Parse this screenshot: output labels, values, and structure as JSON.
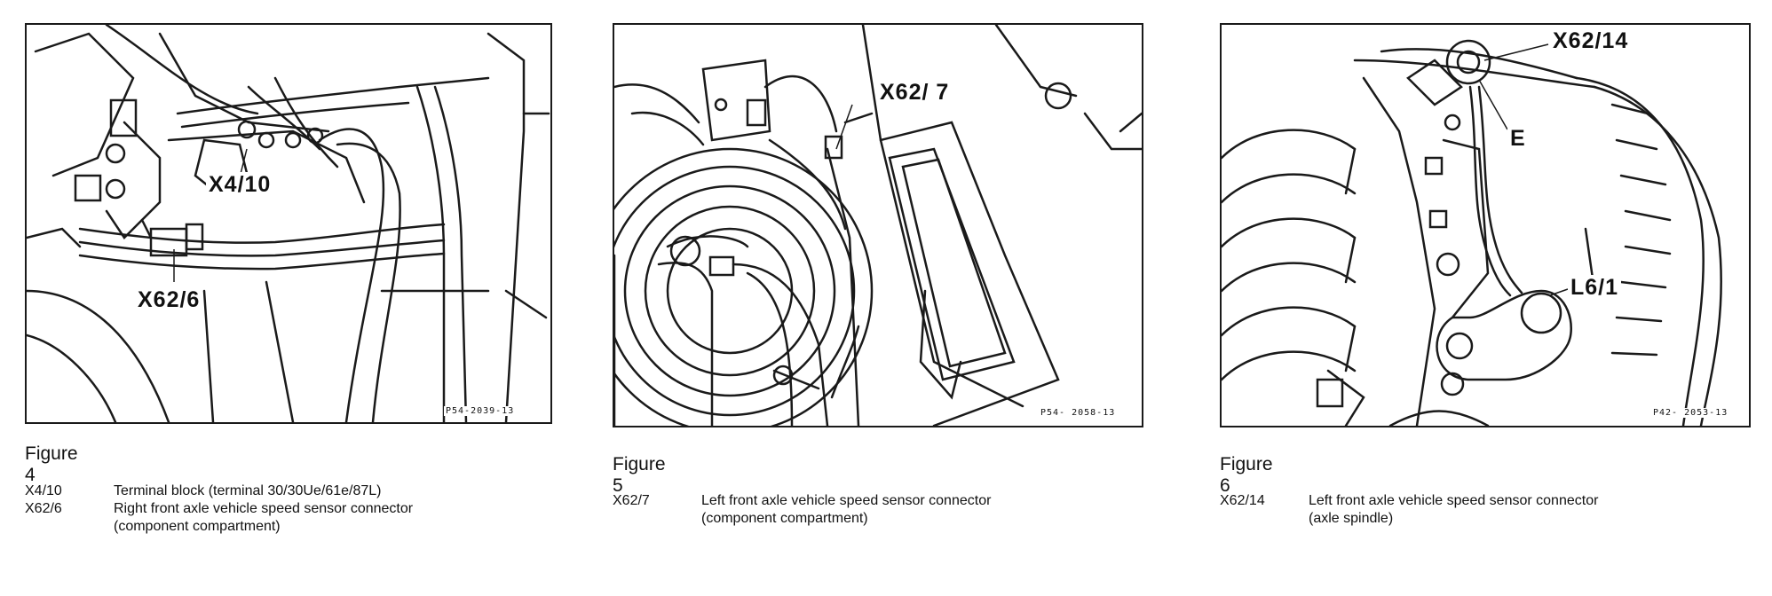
{
  "figures": [
    {
      "title": "Figure 4",
      "callouts": [
        "X4/10",
        "X62/6"
      ],
      "code": "P54-2039-13",
      "legend": [
        {
          "key": "X4/10",
          "lines": [
            "Terminal block (terminal 30/30Ue/61e/87L)"
          ]
        },
        {
          "key": "X62/6",
          "lines": [
            "Right front axle vehicle speed sensor connector",
            "(component compartment)"
          ]
        }
      ]
    },
    {
      "title": "Figure 5",
      "callouts": [
        "X62/ 7"
      ],
      "code": "P54- 2058-13",
      "legend": [
        {
          "key": "X62/7",
          "lines": [
            "Left front axle vehicle speed sensor connector",
            "(component compartment)"
          ]
        }
      ]
    },
    {
      "title": "Figure 6",
      "callouts": [
        "X62/14",
        "E",
        "L6/1"
      ],
      "code": "P42- 2053-13",
      "legend": [
        {
          "key": "X62/14",
          "lines": [
            "Left front axle vehicle speed sensor connector",
            "(axle spindle)"
          ]
        }
      ]
    }
  ]
}
